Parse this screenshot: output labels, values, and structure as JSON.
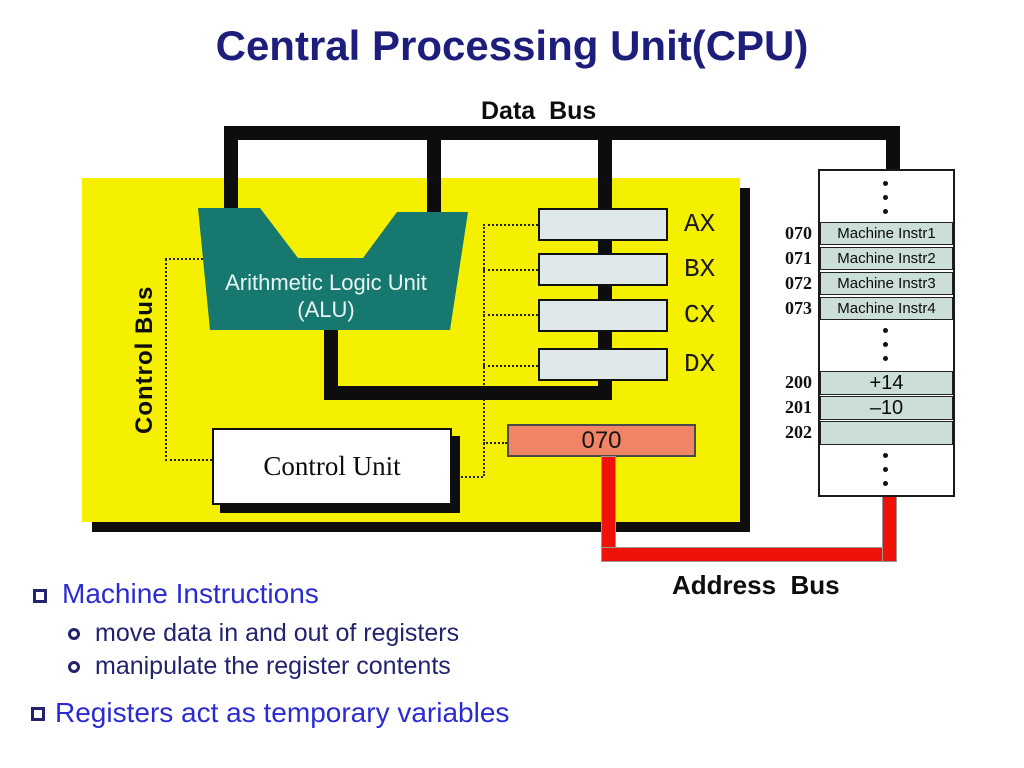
{
  "title": "Central Processing Unit(CPU)",
  "buses": {
    "data": "Data  Bus",
    "address": "Address  Bus",
    "control": "Control Bus"
  },
  "cpu": {
    "alu": {
      "line1": "Arithmetic Logic Unit",
      "line2": "(ALU)"
    },
    "control_unit": "Control Unit",
    "registers": [
      {
        "name": "AX"
      },
      {
        "name": "BX"
      },
      {
        "name": "CX"
      },
      {
        "name": "DX"
      }
    ],
    "address_register": {
      "value": "070"
    }
  },
  "memory": {
    "rows": [
      {
        "address": "070",
        "value": "Machine Instr1"
      },
      {
        "address": "071",
        "value": "Machine Instr2"
      },
      {
        "address": "072",
        "value": "Machine Instr3"
      },
      {
        "address": "073",
        "value": "Machine Instr4"
      },
      {
        "address": "200",
        "value": "+14"
      },
      {
        "address": "201",
        "value": "–10"
      },
      {
        "address": "202",
        "value": ""
      }
    ]
  },
  "bullets": [
    {
      "level": 1,
      "text": "Machine Instructions"
    },
    {
      "level": 2,
      "text": "move data in and out of registers"
    },
    {
      "level": 2,
      "text": "manipulate the register contents"
    },
    {
      "level": 1,
      "text": "Registers act as temporary variables"
    }
  ],
  "colors": {
    "title_navy": "#1d1d7c",
    "bullet_blue": "#2b2bd2",
    "bullet_navy": "#22226d",
    "cpu_yellow": "#f4f000",
    "alu_teal": "#16786e",
    "register_fill": "#dfe9e9",
    "memory_row_fill": "#cbdfd8",
    "address_register_fill": "#f18366",
    "address_bus_red": "#ee1209",
    "bus_black": "#0d0d0d"
  }
}
